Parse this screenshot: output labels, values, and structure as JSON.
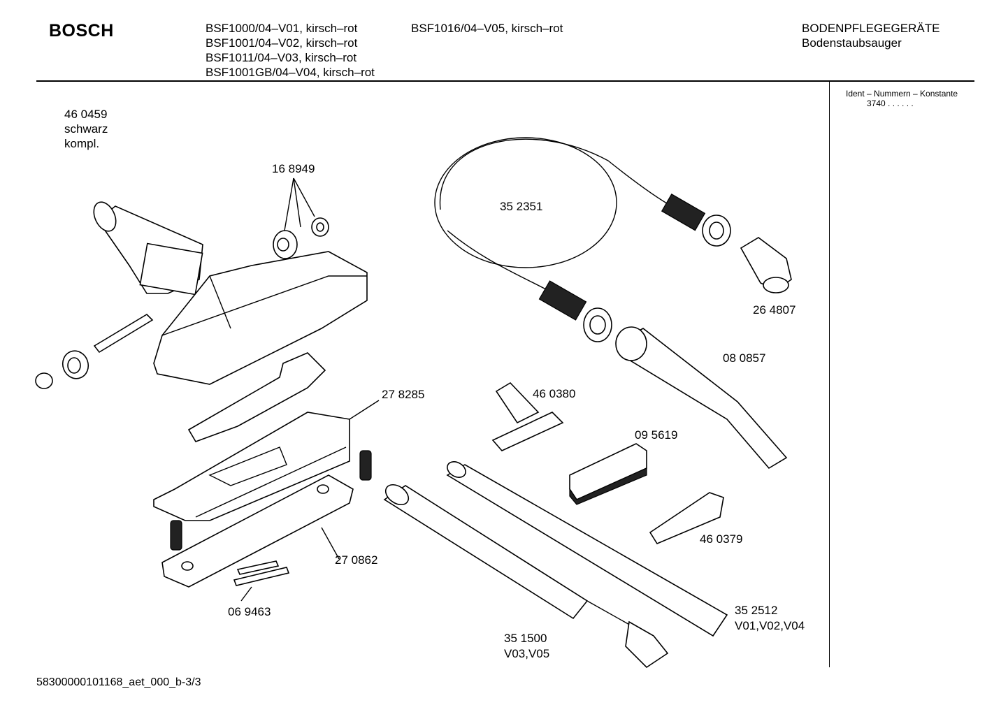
{
  "header": {
    "brand": "BOSCH",
    "models_left": [
      "BSF1000/04–V01, kirsch–rot",
      "BSF1001/04–V02, kirsch–rot",
      "BSF1011/04–V03, kirsch–rot",
      "BSF1001GB/04–V04, kirsch–rot"
    ],
    "models_right": [
      "BSF1016/04–V05, kirsch–rot"
    ],
    "category": "BODENPFLEGEGERÄTE",
    "subcategory": "Bodenstaubsauger"
  },
  "ident": {
    "title": "Ident – Nummern – Konstante",
    "value": "3740 . . . . . ."
  },
  "nozzle_note": [
    "46 0459",
    "schwarz",
    "kompl."
  ],
  "parts": {
    "p168949": "16 8949",
    "p352351": "35 2351",
    "p264807": "26 4807",
    "p080857": "08 0857",
    "p278285": "27 8285",
    "p460380": "46 0380",
    "p095619": "09 5619",
    "p460379": "46 0379",
    "p270862": "27 0862",
    "p069463": "06 9463",
    "p352512": "35 2512",
    "p352512_var": "V01,V02,V04",
    "p351500": "35 1500",
    "p351500_var": "V03,V05"
  },
  "footer": "58300000101168_aet_000_b-3/3"
}
